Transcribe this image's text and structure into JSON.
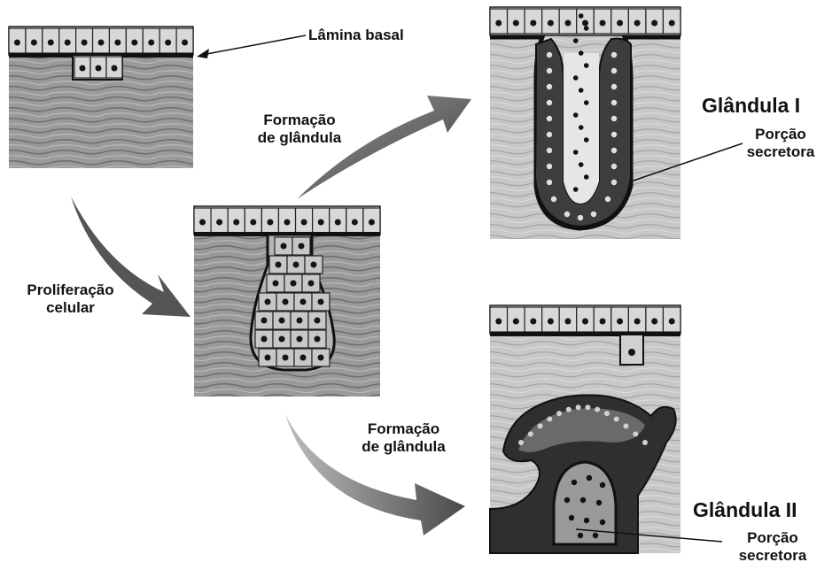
{
  "labels": {
    "lamina_basal": "Lâmina basal",
    "formacao_1": "Formação\nde glândula",
    "proliferacao": "Proliferação\ncelular",
    "formacao_2": "Formação\nde glândula",
    "glandula_1": "Glândula I",
    "porcao_1": "Porção\nsecretora",
    "glandula_2": "Glândula II",
    "porcao_2": "Porção\nsecretora"
  },
  "colors": {
    "tissue": "#8e8e8e",
    "tissue_light": "#c4c4c4",
    "cell": "#d8d8d8",
    "nucleus": "#151515",
    "gland_dark": "#3a3a3a",
    "arrow": "#5e5e5e"
  }
}
